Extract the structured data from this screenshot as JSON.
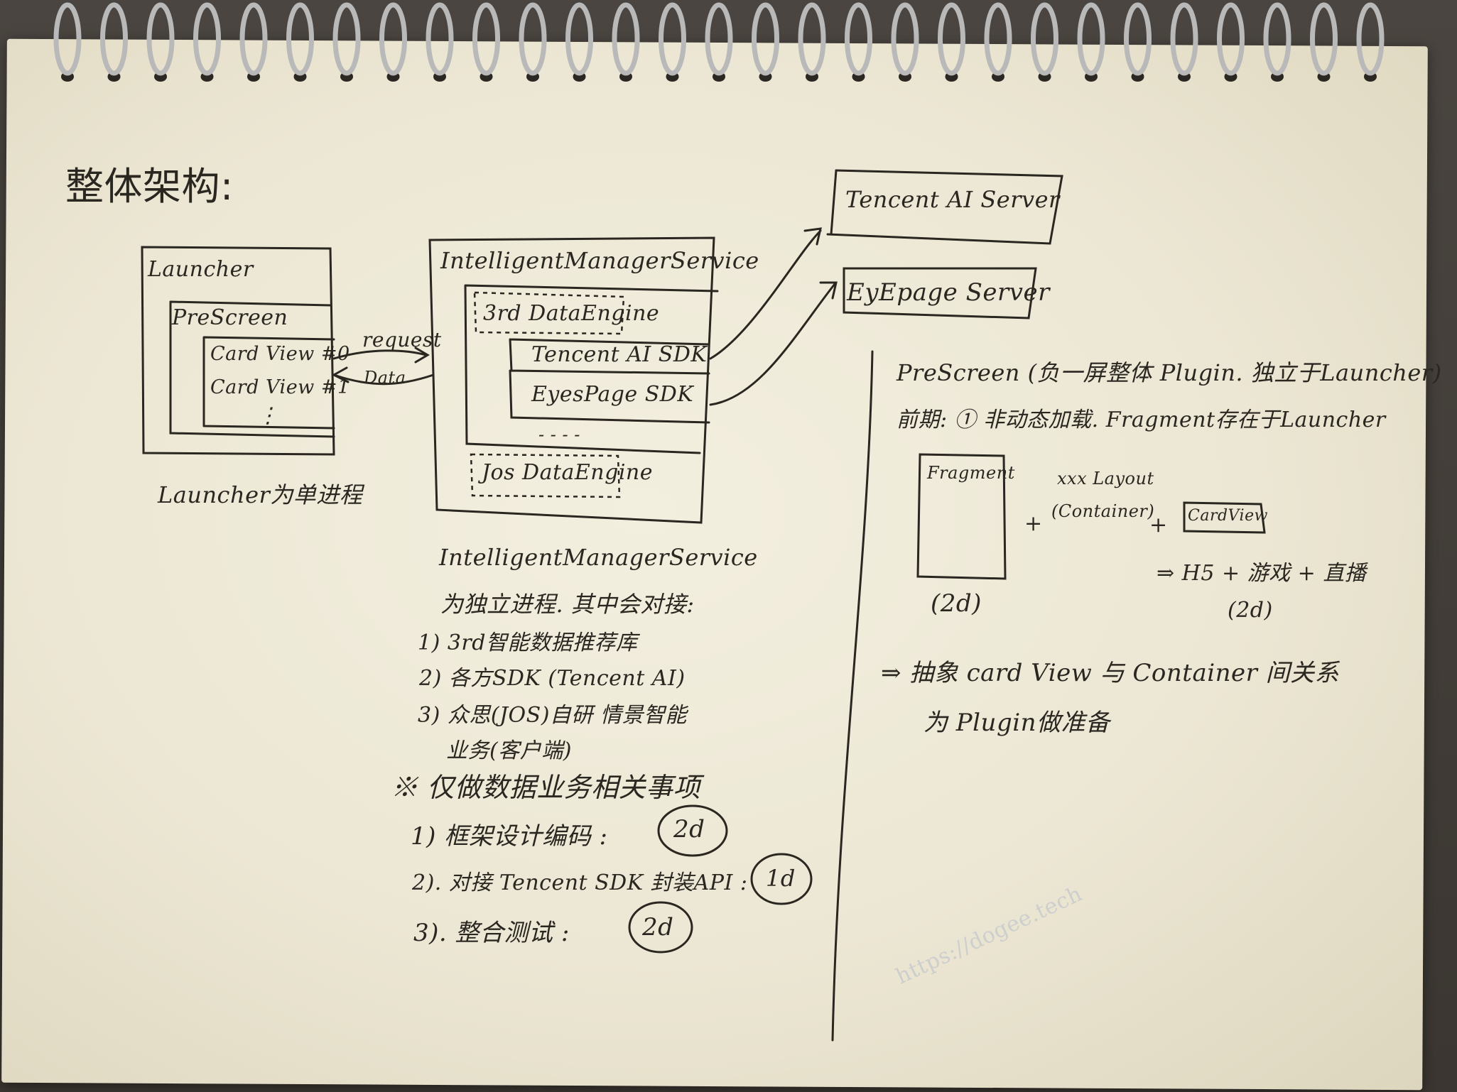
{
  "title": "整体架构:",
  "launcher": {
    "label": "Launcher",
    "prescreen": "PreScreen",
    "card0": "Card View #0",
    "card1": "Card View #1",
    "ellipsis": "⋮",
    "caption": "Launcher为单进程"
  },
  "arrows": {
    "request": "request",
    "data": "Data"
  },
  "ims": {
    "label": "IntelligentManagerService",
    "engine3rd": "3rd DataEngine",
    "tencent_sdk": "Tencent AI SDK",
    "eyes_sdk": "EyesPage SDK",
    "dots": "- - - -",
    "jos_engine": "Jos DataEngine"
  },
  "servers": {
    "tencent": "Tencent AI Server",
    "eyepage": "EyEpage Server"
  },
  "notes_left": [
    "IntelligentManagerService",
    "为独立进程. 其中会对接:",
    "1) 3rd智能数据推荐库",
    "2) 各方SDK (Tencent AI)",
    "3) 众思(JOS)自研 情景智能",
    "业务(客户端)",
    "※ 仅做数据业务相关事项",
    "1) 框架设计编码 :",
    "2). 对接 Tencent SDK 封装API :",
    "3). 整合测试 :"
  ],
  "estimates": [
    "2d",
    "1d",
    "2d"
  ],
  "notes_right": {
    "line1": "PreScreen (负一屏整体 Plugin. 独立于Launcher)",
    "line2": "前期: ① 非动态加载. Fragment存在于Launcher",
    "fragment": "Fragment",
    "fragment_est": "(2d)",
    "layout1": "xxx Layout",
    "layout2": "(Container)",
    "plus": "+",
    "cardview": "CardView",
    "h5": "⇒ H5 + 游戏 + 直播",
    "h5_est": "(2d)",
    "abstract1": "⇒ 抽象 card View 与 Container 间关系",
    "abstract2": "为 Plugin做准备"
  },
  "watermark": "https://dogee.tech"
}
